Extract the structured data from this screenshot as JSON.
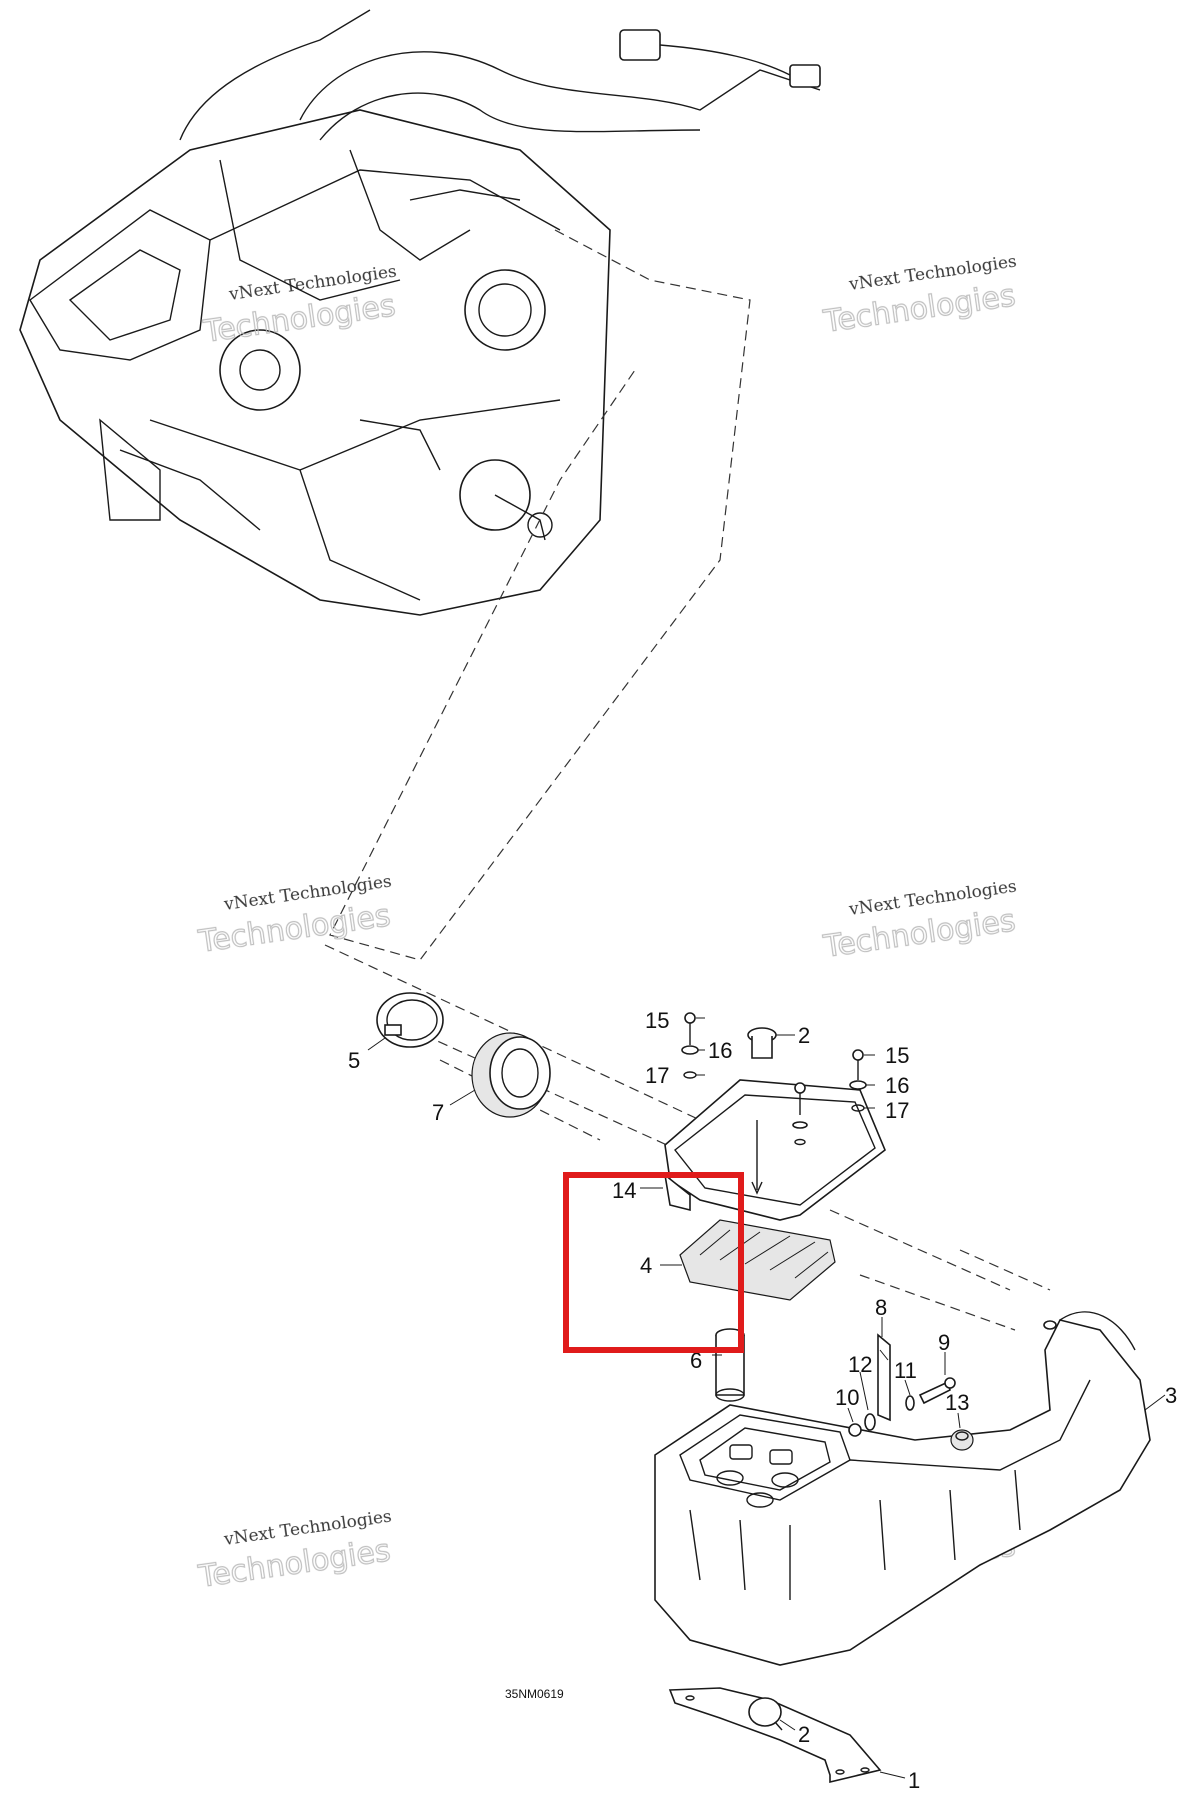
{
  "drawing": {
    "code": "35NM0619",
    "watermark": {
      "line1": "vNext Technologies",
      "line2": "Technologies"
    },
    "callouts": {
      "c1": "1",
      "c2a": "2",
      "c2b": "2",
      "c3": "3",
      "c4": "4",
      "c5": "5",
      "c6": "6",
      "c7": "7",
      "c8": "8",
      "c9": "9",
      "c10": "10",
      "c11": "11",
      "c12": "12",
      "c13": "13",
      "c14": "14",
      "c15a": "15",
      "c15b": "15",
      "c16a": "16",
      "c16b": "16",
      "c17a": "17",
      "c17b": "17"
    },
    "highlight": {
      "color": "#e01b1b",
      "target_callout": "4"
    }
  }
}
